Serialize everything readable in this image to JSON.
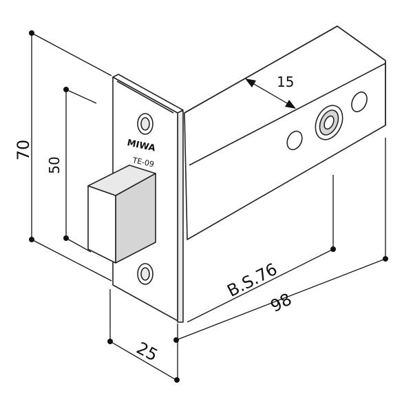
{
  "diagram": {
    "brand": "MIWA",
    "model": "TE-09",
    "dimensions": {
      "height_total": "70",
      "height_inner": "50",
      "thickness": "15",
      "backset": "B.S.76",
      "length": "98",
      "face_width": "25"
    }
  }
}
